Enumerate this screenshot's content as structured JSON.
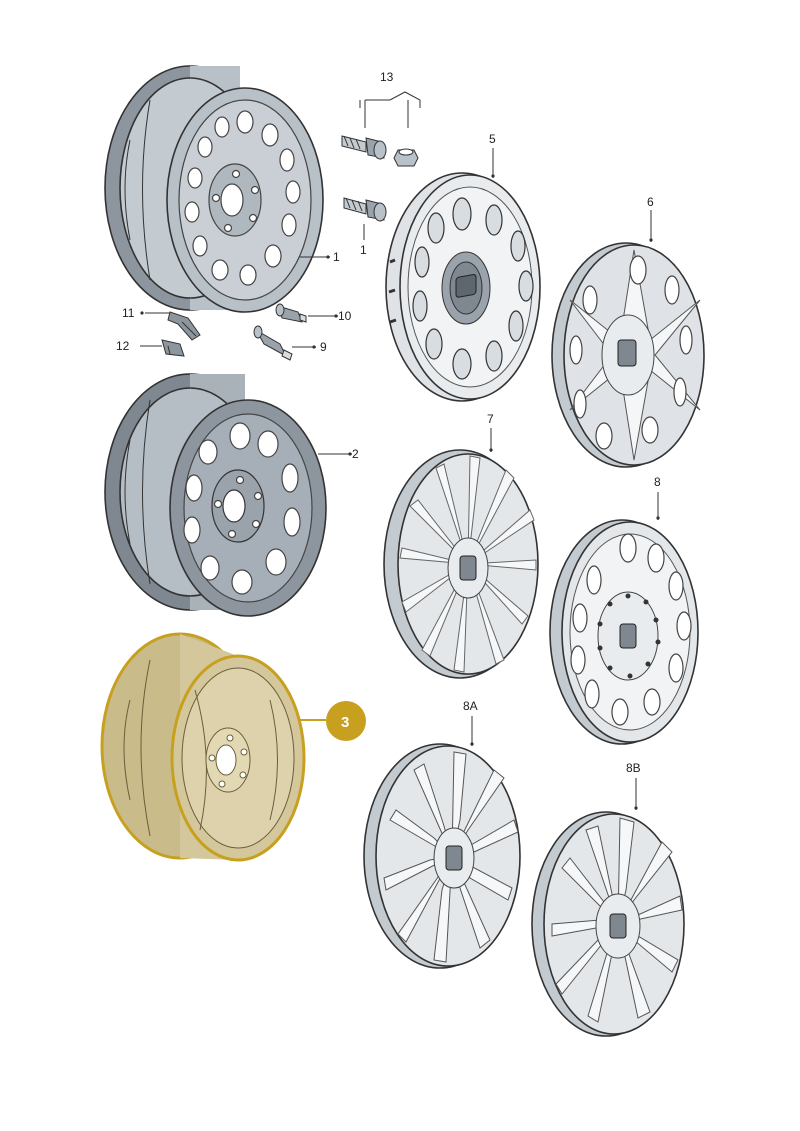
{
  "labels": {
    "wheel_1": "1",
    "wheel_2": "2",
    "wheel_3": "3",
    "hubcap_5": "5",
    "hubcap_6": "6",
    "hubcap_7": "7",
    "hubcap_8": "8",
    "hubcap_8a": "8A",
    "hubcap_8b": "8B",
    "valve_9": "9",
    "valve_10": "10",
    "weight_11": "11",
    "weight_12": "12",
    "bolts_13": "13",
    "bolt_1": "1"
  },
  "colors": {
    "steel_wheel": "#b9c1c8",
    "steel_wheel_dark": "#8d969e",
    "wheel_2_face": "#a6afb7",
    "highlight_wheel": "#d4c79c",
    "highlight_outline": "#c8a020",
    "badge": "#c8a020",
    "hubcap": "#e9ecef"
  },
  "highlighted_part": "3"
}
